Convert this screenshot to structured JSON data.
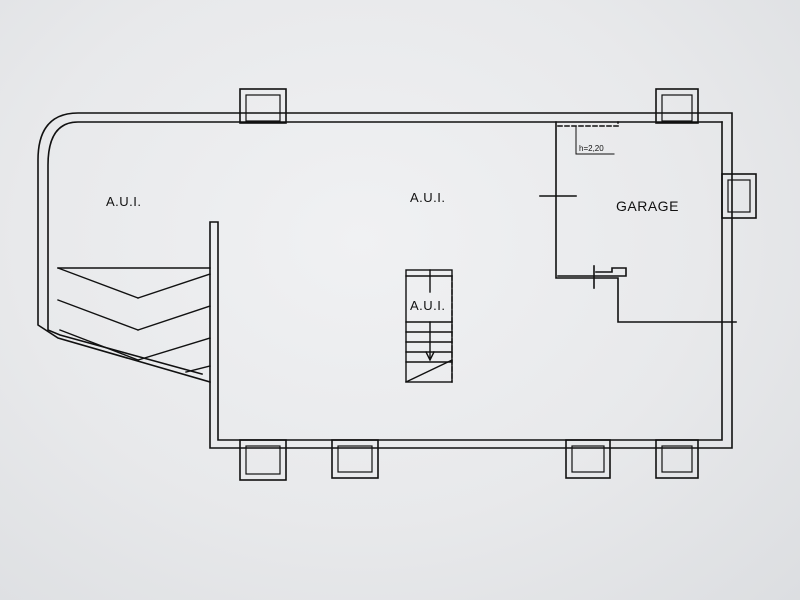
{
  "floor_plan": {
    "labels": {
      "room_left": "A.U.I.",
      "room_center": "A.U.I.",
      "stair_room": "A.U.I.",
      "garage": "GARAGE",
      "garage_height": "h=2,20"
    },
    "colors": {
      "paper": "#ebecee",
      "ink": "#111111"
    }
  }
}
